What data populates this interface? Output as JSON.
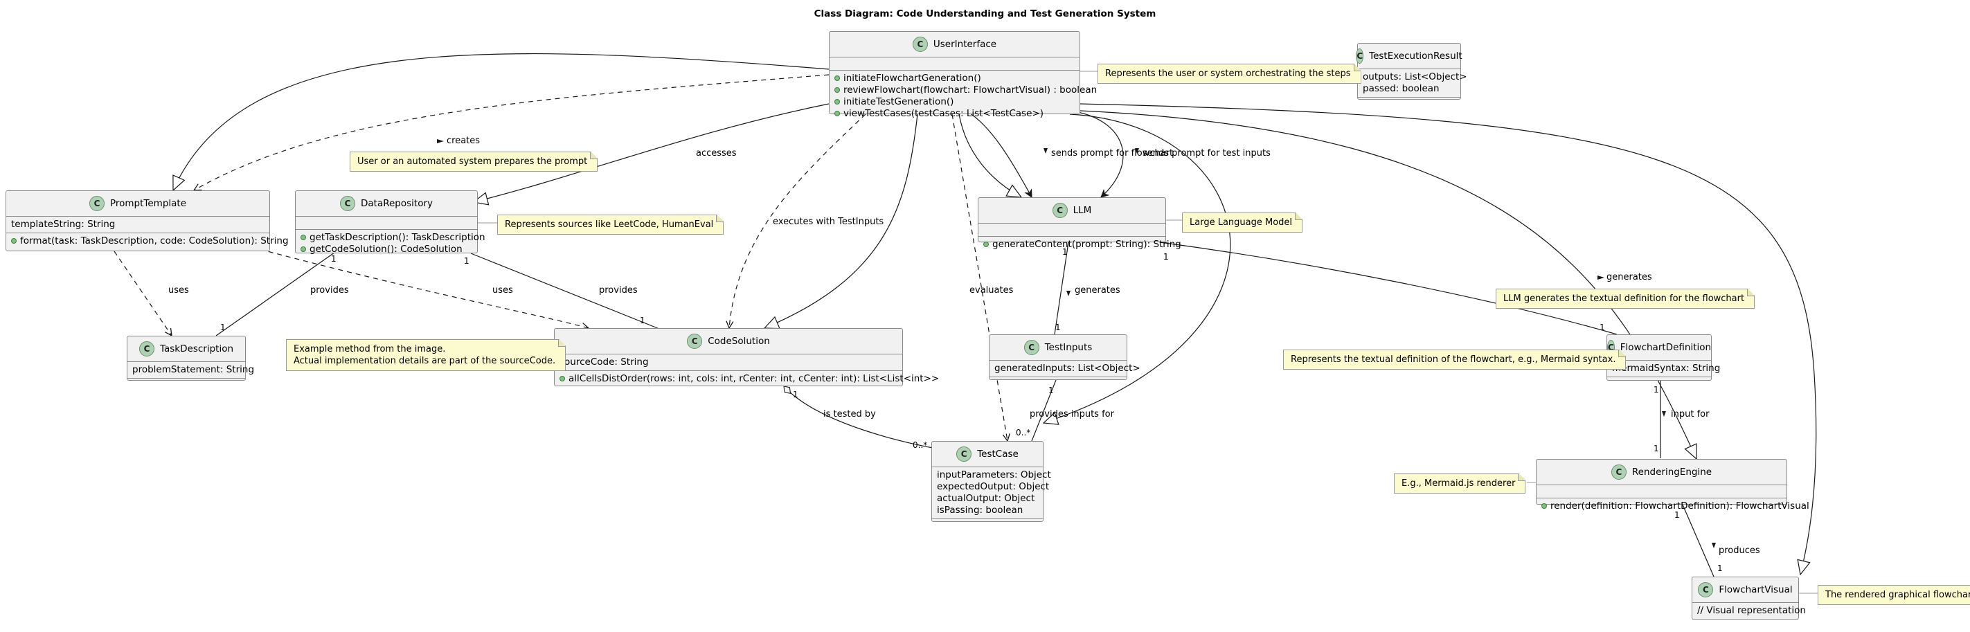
{
  "title": "Class Diagram: Code Understanding and Test Generation System",
  "classes": {
    "user_interface": {
      "name": "UserInterface",
      "fields": [],
      "methods": [
        "initiateFlowchartGeneration()",
        "reviewFlowchart(flowchart: FlowchartVisual) : boolean",
        "initiateTestGeneration()",
        "viewTestCases(testCases: List<TestCase>)"
      ]
    },
    "test_execution_result": {
      "name": "TestExecutionResult",
      "fields": [
        "outputs: List<Object>",
        "passed: boolean"
      ],
      "methods": []
    },
    "prompt_template": {
      "name": "PromptTemplate",
      "fields": [
        "templateString: String"
      ],
      "methods": [
        "format(task: TaskDescription, code: CodeSolution): String"
      ]
    },
    "data_repository": {
      "name": "DataRepository",
      "fields": [],
      "methods": [
        "getTaskDescription(): TaskDescription",
        "getCodeSolution(): CodeSolution"
      ]
    },
    "llm": {
      "name": "LLM",
      "fields": [],
      "methods": [
        "generateContent(prompt: String): String"
      ]
    },
    "task_description": {
      "name": "TaskDescription",
      "fields": [
        "problemStatement: String"
      ],
      "methods": []
    },
    "code_solution": {
      "name": "CodeSolution",
      "fields": [
        "sourceCode: String"
      ],
      "methods": [
        "allCellsDistOrder(rows: int, cols: int, rCenter: int, cCenter: int): List<List<int>>"
      ]
    },
    "test_inputs": {
      "name": "TestInputs",
      "fields": [
        "generatedInputs: List<Object>"
      ],
      "methods": []
    },
    "flowchart_definition": {
      "name": "FlowchartDefinition",
      "fields": [
        "mermaidSyntax: String"
      ],
      "methods": []
    },
    "test_case": {
      "name": "TestCase",
      "fields": [
        "inputParameters: Object",
        "expectedOutput: Object",
        "actualOutput: Object",
        "isPassing: boolean"
      ],
      "methods": []
    },
    "rendering_engine": {
      "name": "RenderingEngine",
      "fields": [],
      "methods": [
        "render(definition: FlowchartDefinition): FlowchartVisual"
      ]
    },
    "flowchart_visual": {
      "name": "FlowchartVisual",
      "fields": [
        "// Visual representation"
      ],
      "methods": []
    }
  },
  "notes": {
    "ui_note": "Represents the user or system orchestrating the steps",
    "prompt_note": "User or an automated system prepares the prompt",
    "repo_note": "Represents sources like LeetCode, HumanEval",
    "llm_note": "Large Language Model",
    "llm_gen_note": "LLM generates the textual definition for the flowchart",
    "code_note": [
      "Example method from the image.",
      "Actual implementation details are part of the sourceCode."
    ],
    "flowdef_note": "Represents the textual definition of the flowchart, e.g., Mermaid syntax.",
    "render_note": "E.g., Mermaid.js renderer",
    "visual_note": "The rendered graphical flowchart"
  },
  "labels": {
    "creates": "creates",
    "accesses": "accesses",
    "sends_flowchart": "sends prompt for flowchart",
    "sends_test": "sends prompt for test inputs",
    "executes": "executes with TestInputs",
    "evaluates": "evaluates",
    "uses1": "uses",
    "uses2": "uses",
    "provides1": "provides",
    "provides2": "provides",
    "generates1": "generates",
    "generates2": "generates",
    "provides_inputs": "provides inputs for",
    "is_tested_by": "is tested by",
    "input_for": "input for",
    "produces": "produces"
  },
  "multiplicities": {
    "m_repo_task": "1",
    "m_task": "1",
    "m_repo_code": "1",
    "m_code_repo": "1",
    "m_llm_inputs": "1",
    "m_inputs_llm": "1",
    "m_llm_flow": "1",
    "m_flow_llm": "1",
    "m_inputs_tc": "1",
    "m_tc_inputs": "0..*",
    "m_code_tc": "1",
    "m_tc_code": "0..*",
    "m_flow_render": "1",
    "m_render_flow": "1",
    "m_render_vis": "1",
    "m_vis_render": "1"
  }
}
